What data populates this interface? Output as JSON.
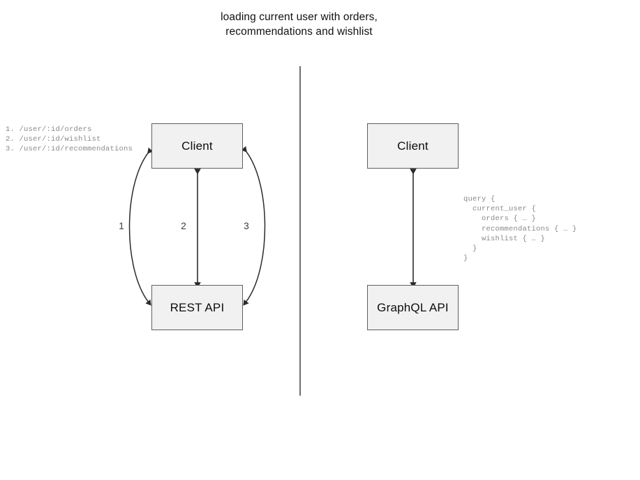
{
  "title": "loading current user with orders,\nrecommendations and wishlist",
  "divider": {
    "name": "vertical-divider",
    "color": "#6f6f6f"
  },
  "colors": {
    "box_fill": "#f1f1f1",
    "box_border": "#5f5f5f",
    "edge": "#2b2b2b",
    "code_text": "#8a8a8a",
    "title_text": "#111111",
    "label_text": "#3a3a3a"
  },
  "left_panel": {
    "name": "rest-panel",
    "client_label": "Client",
    "api_label": "REST API",
    "endpoints": "1. /user/:id/orders\n2. /user/:id/wishlist\n3. /user/:id/recommendations",
    "edges": [
      {
        "label": "1",
        "shape": "curve-left",
        "arrowheads": "both"
      },
      {
        "label": "2",
        "shape": "straight",
        "arrowheads": "both"
      },
      {
        "label": "3",
        "shape": "curve-right",
        "arrowheads": "both"
      }
    ]
  },
  "right_panel": {
    "name": "graphql-panel",
    "client_label": "Client",
    "api_label": "GraphQL API",
    "query": "query {\n  current_user {\n    orders { … }\n    recommendations { … }\n    wishlist { … }\n  }\n}",
    "edges": [
      {
        "label": "",
        "shape": "straight",
        "arrowheads": "both"
      }
    ]
  }
}
